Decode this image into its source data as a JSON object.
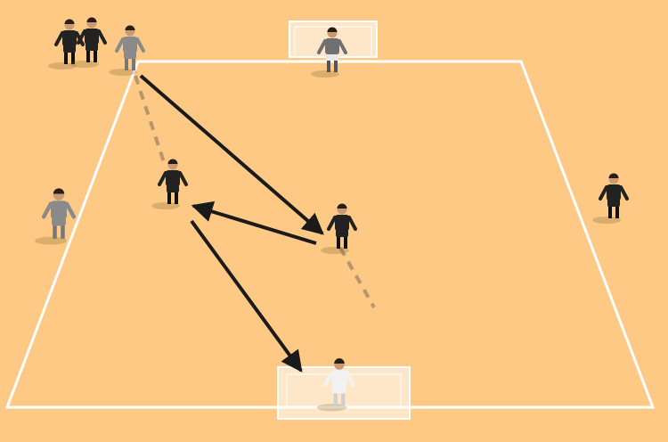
{
  "diagram": {
    "type": "football-drill",
    "colors": {
      "pitch": "#fdc985",
      "lines": "#ffffff",
      "pass_arrow": "#1a1a1a",
      "run_path": "#b8956a",
      "team_dark_shirt": "#222222",
      "team_grey_shirt": "#8a8a8a",
      "goalkeeper_top": "#707070",
      "goalkeeper_bottom": "#f2f2f2",
      "skin": "#c99a74"
    },
    "players": [
      {
        "name": "waiting-player-1",
        "team": "dark",
        "role": "outfield"
      },
      {
        "name": "waiting-player-2",
        "team": "dark",
        "role": "outfield"
      },
      {
        "name": "server-player",
        "team": "grey",
        "role": "outfield"
      },
      {
        "name": "goalkeeper-top",
        "team": "grey",
        "role": "goalkeeper"
      },
      {
        "name": "attacker-left",
        "team": "dark",
        "role": "outfield"
      },
      {
        "name": "attacker-center",
        "team": "dark",
        "role": "outfield"
      },
      {
        "name": "right-side-player",
        "team": "dark",
        "role": "outfield"
      },
      {
        "name": "left-side-player",
        "team": "grey",
        "role": "outfield"
      },
      {
        "name": "goalkeeper-bottom",
        "team": "white",
        "role": "goalkeeper"
      }
    ],
    "movements": [
      {
        "name": "pass-1",
        "type": "pass",
        "from": "server-player",
        "to": "attacker-center"
      },
      {
        "name": "pass-2",
        "type": "pass",
        "from": "attacker-center",
        "to": "attacker-left"
      },
      {
        "name": "shot",
        "type": "shot",
        "from": "attacker-left",
        "to": "goalkeeper-bottom"
      },
      {
        "name": "run-1",
        "type": "run",
        "from": "server-player",
        "to": "attacker-left"
      },
      {
        "name": "run-2",
        "type": "run",
        "from": "attacker-center"
      }
    ]
  }
}
